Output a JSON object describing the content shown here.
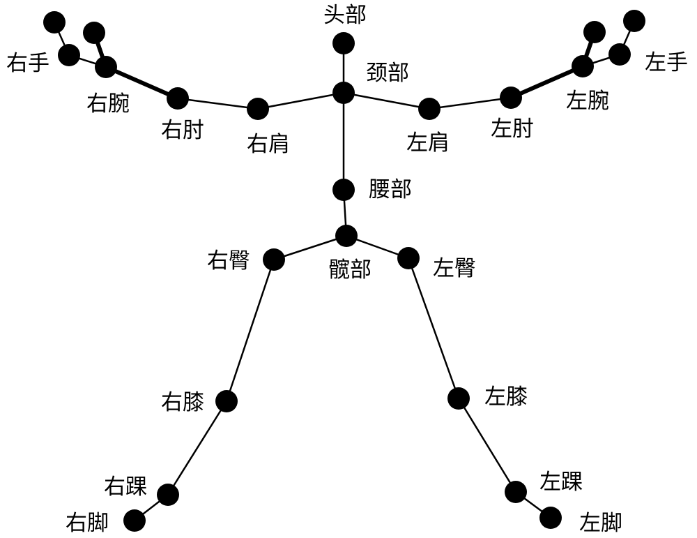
{
  "title": "Skeleton joint diagram",
  "colors": {
    "joint": "#000000",
    "bone": "#000000",
    "background": "#ffffff"
  },
  "joints": {
    "head": "头部",
    "neck": "颈部",
    "waist": "腰部",
    "hip_center": "髋部",
    "right_shoulder": "右肩",
    "right_elbow": "右肘",
    "right_wrist": "右腕",
    "right_hand": "右手",
    "right_hand_tip": "",
    "right_thumb": "",
    "left_shoulder": "左肩",
    "left_elbow": "左肘",
    "left_wrist": "左腕",
    "left_hand": "左手",
    "left_hand_tip": "",
    "left_thumb": "",
    "right_hip": "右臀",
    "right_knee": "右膝",
    "right_ankle": "右踝",
    "right_foot": "右脚",
    "left_hip": "左臀",
    "left_knee": "左膝",
    "left_ankle": "左踝",
    "left_foot": "左脚"
  },
  "bones": [
    [
      "head",
      "neck"
    ],
    [
      "neck",
      "waist"
    ],
    [
      "waist",
      "hip_center"
    ],
    [
      "neck",
      "right_shoulder"
    ],
    [
      "right_shoulder",
      "right_elbow"
    ],
    [
      "right_elbow",
      "right_wrist"
    ],
    [
      "right_wrist",
      "right_hand"
    ],
    [
      "right_hand",
      "right_hand_tip"
    ],
    [
      "right_wrist",
      "right_thumb"
    ],
    [
      "neck",
      "left_shoulder"
    ],
    [
      "left_shoulder",
      "left_elbow"
    ],
    [
      "left_elbow",
      "left_wrist"
    ],
    [
      "left_wrist",
      "left_hand"
    ],
    [
      "left_hand",
      "left_hand_tip"
    ],
    [
      "left_wrist",
      "left_thumb"
    ],
    [
      "hip_center",
      "right_hip"
    ],
    [
      "right_hip",
      "right_knee"
    ],
    [
      "right_knee",
      "right_ankle"
    ],
    [
      "right_ankle",
      "right_foot"
    ],
    [
      "hip_center",
      "left_hip"
    ],
    [
      "left_hip",
      "left_knee"
    ],
    [
      "left_knee",
      "left_ankle"
    ],
    [
      "left_ankle",
      "left_foot"
    ]
  ]
}
